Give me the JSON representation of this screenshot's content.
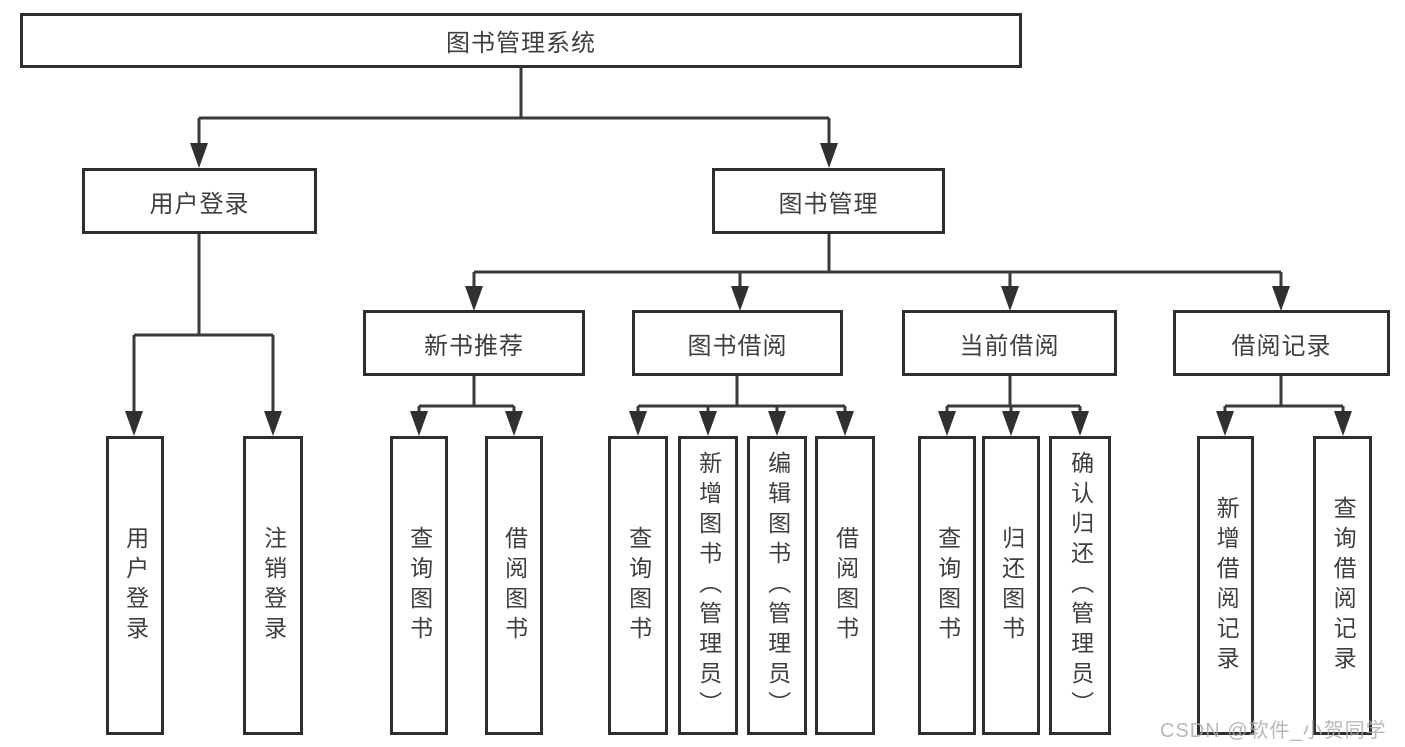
{
  "diagram": {
    "root": {
      "label": "图书管理系统"
    },
    "level1": [
      {
        "label": "用户登录"
      },
      {
        "label": "图书管理"
      }
    ],
    "level2": [
      {
        "label": "新书推荐"
      },
      {
        "label": "图书借阅"
      },
      {
        "label": "当前借阅"
      },
      {
        "label": "借阅记录"
      }
    ],
    "leaves": {
      "user_login": [
        {
          "label": "用户登录"
        },
        {
          "label": "注销登录"
        }
      ],
      "new_book": [
        {
          "label": "查询图书"
        },
        {
          "label": "借阅图书"
        }
      ],
      "book_borrow": [
        {
          "label": "查询图书"
        },
        {
          "label": "新增图书（管理员）"
        },
        {
          "label": "编辑图书（管理员）"
        },
        {
          "label": "借阅图书"
        }
      ],
      "current_borrow": [
        {
          "label": "查询图书"
        },
        {
          "label": "归还图书"
        },
        {
          "label": "确认归还（管理员）"
        }
      ],
      "borrow_record": [
        {
          "label": "新增借阅记录"
        },
        {
          "label": "查询借阅记录"
        }
      ]
    },
    "colors": {
      "line": "#3a3a3a",
      "box_border": "#2e2e2e",
      "text": "#3f3f3f",
      "background": "#ffffff",
      "watermark": "#a9adb1"
    }
  },
  "watermark": {
    "text": "CSDN @软件_小贺同学"
  }
}
